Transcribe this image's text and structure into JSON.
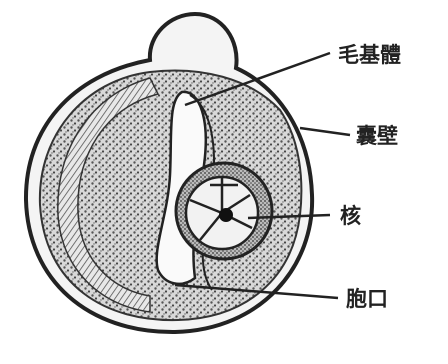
{
  "labels": {
    "basal_body": "毛基體",
    "cyst_wall": "囊壁",
    "nucleus": "核",
    "cytostome": "胞口"
  },
  "colors": {
    "ink": "#222222",
    "paper": "#ffffff",
    "stipple_fill": "#cfcfcf",
    "nucleus_light": "#f2f2f2"
  }
}
